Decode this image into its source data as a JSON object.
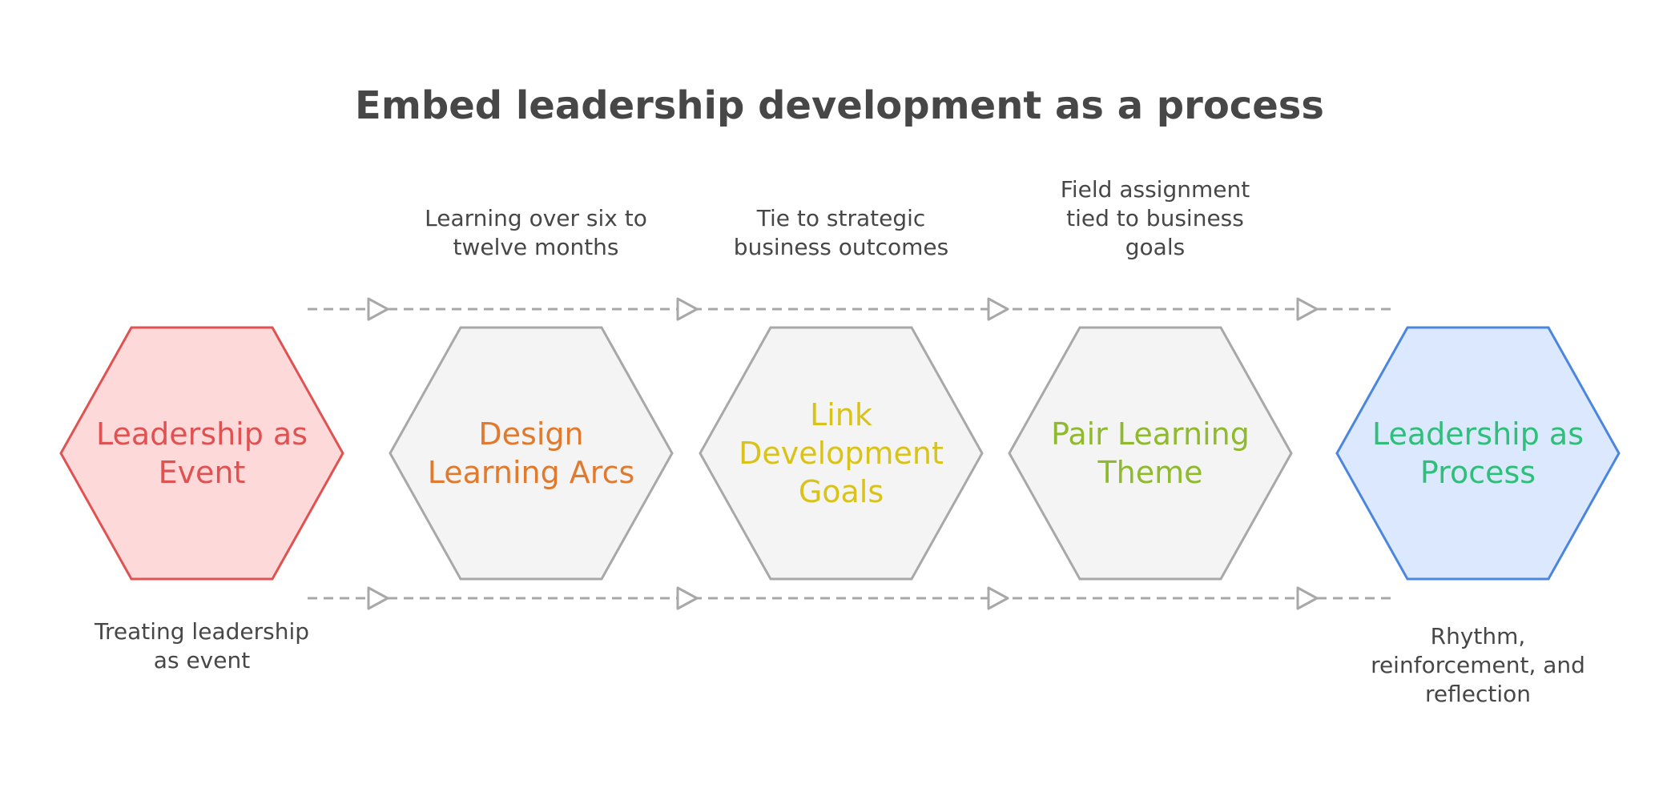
{
  "title": "Embed leadership development as a process",
  "stages": [
    {
      "lines": [
        "Leadership as",
        "Event"
      ],
      "fill": "#fdd9d9",
      "stroke": "#e05252",
      "text_color": "#e05252",
      "note": [
        "Treating leadership",
        "as event"
      ],
      "note_position": "below"
    },
    {
      "lines": [
        "Design",
        "Learning Arcs"
      ],
      "fill": "#f4f4f4",
      "stroke": "#a8a8a8",
      "text_color": "#e07a2e",
      "note": [
        "Learning over six to",
        "twelve months"
      ],
      "note_position": "above"
    },
    {
      "lines": [
        "Link",
        "Development",
        "Goals"
      ],
      "fill": "#f4f4f4",
      "stroke": "#a8a8a8",
      "text_color": "#d9c31a",
      "note": [
        "Tie to strategic",
        "business outcomes"
      ],
      "note_position": "above"
    },
    {
      "lines": [
        "Pair Learning",
        "Theme"
      ],
      "fill": "#f4f4f4",
      "stroke": "#a8a8a8",
      "text_color": "#8fba2e",
      "note": [
        "Field assignment",
        "tied to business",
        "goals"
      ],
      "note_position": "above"
    },
    {
      "lines": [
        "Leadership as",
        "Process"
      ],
      "fill": "#dce8fd",
      "stroke": "#4a86e0",
      "text_color": "#2fbf7a",
      "note": [
        "Rhythm,",
        "reinforcement, and",
        "reflection"
      ],
      "note_position": "below"
    }
  ],
  "connector_color": "#a8a8a8",
  "title_color": "#474747",
  "note_color": "#474747"
}
